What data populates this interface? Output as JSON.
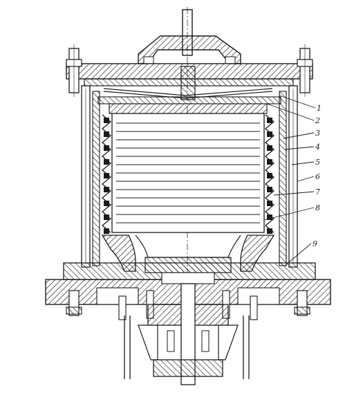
{
  "diagram": {
    "callouts": [
      {
        "id": "1",
        "label": "1"
      },
      {
        "id": "2",
        "label": "2"
      },
      {
        "id": "3",
        "label": "3"
      },
      {
        "id": "4",
        "label": "4"
      },
      {
        "id": "5",
        "label": "5"
      },
      {
        "id": "6",
        "label": "6"
      },
      {
        "id": "7",
        "label": "7"
      },
      {
        "id": "8",
        "label": "8"
      },
      {
        "id": "9",
        "label": "9"
      }
    ],
    "colors": {
      "ink": "#1a1a1a",
      "paper": "#ffffff"
    }
  }
}
